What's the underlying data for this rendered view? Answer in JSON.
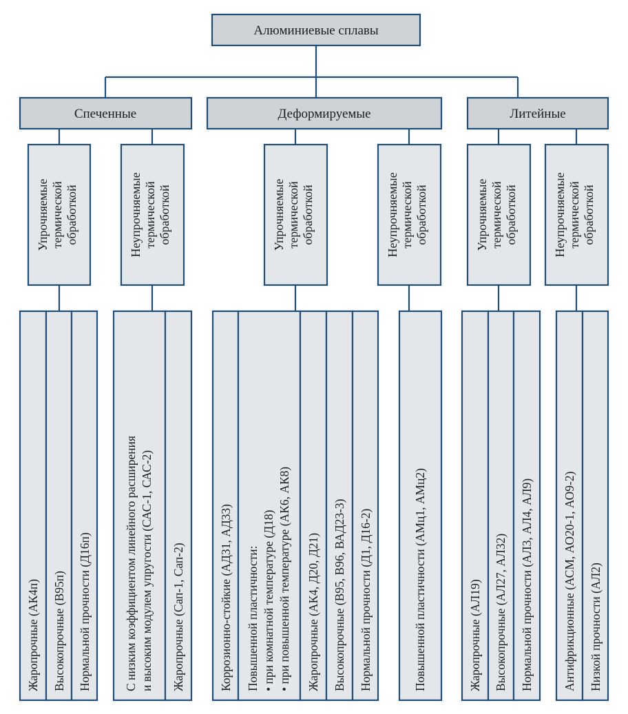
{
  "root": {
    "label": "Алюминиевые сплавы"
  },
  "categories": {
    "sintered": "Спеченные",
    "wrought": "Деформируемые",
    "cast": "Литейные"
  },
  "subgroups": {
    "hardened_lines": [
      "Упрочняемые",
      "термической",
      "обработкой"
    ],
    "nonhardened_lines": [
      "Неупрочняемые",
      "термической",
      "обработкой"
    ]
  },
  "leaves": {
    "sintered_hardened": [
      "Жаропрочные (АК4п)",
      "Высокопрочные (В95п)",
      "Нормальной прочности (Д16п)"
    ],
    "sintered_nonhardened_1": [
      "С низким коэффициентом линейного расширения",
      "и высоким модулем упругости (САС-1, САС-2)"
    ],
    "sintered_nonhardened_2": "Жаропрочные (Сап-1, Сап-2)",
    "wrought_hardened_1": "Коррозионно-стойкие (АД31, АД33)",
    "wrought_hardened_2": [
      "Повышенной пластичности:",
      "• при комнатной температуре (Д18)",
      "• при повышенной температуре (АК6, АК8)"
    ],
    "wrought_hardened_3": [
      "Жаропрочные (АК4, Д20, Д21)",
      "Высокопрочные (В95, В96, ВАД23-3)",
      "Нормальной прочности (Д1, Д16-2)"
    ],
    "wrought_nonhardened": "Повышенной пластичности (АМц1, АМц2)",
    "cast_hardened": [
      "Жаропрочные (АЛ19)",
      "Высокопрочные (АЛ27, АЛ32)",
      "Нормальной прочности (АЛ3, АЛ4, АЛ9)"
    ],
    "cast_nonhardened": [
      "Антифрикционные (АСМ, АО20-1, АО9-2)",
      "Низкой прочности (АЛ2)"
    ]
  }
}
